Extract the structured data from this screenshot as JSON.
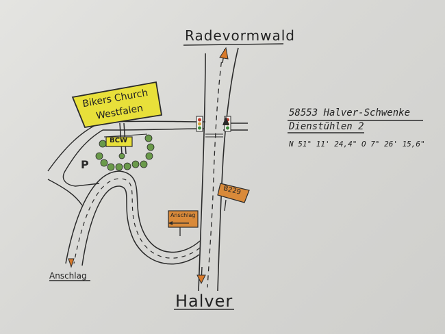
{
  "map": {
    "places": {
      "north": "Radevormwald",
      "south": "Halver",
      "southwest": "Anschlag"
    },
    "sign_church": {
      "line1": "Bikers Church",
      "line2": "Westfalen"
    },
    "sign_bcw": "BCW",
    "sign_anschlag": "Anschlag",
    "sign_road": "B229",
    "address": {
      "line1": "58553 Halver-Schwenke",
      "line2": "Dienstühlen 2",
      "coords": "N 51° 11' 24,4\"   O 7° 26' 15,6\""
    },
    "colors": {
      "paper": "#dcdcd9",
      "ink": "#2a2a2a",
      "sign_yellow": "#e8e03a",
      "sign_orange": "#d98a3a",
      "tree_green": "#6a9a4a"
    }
  }
}
